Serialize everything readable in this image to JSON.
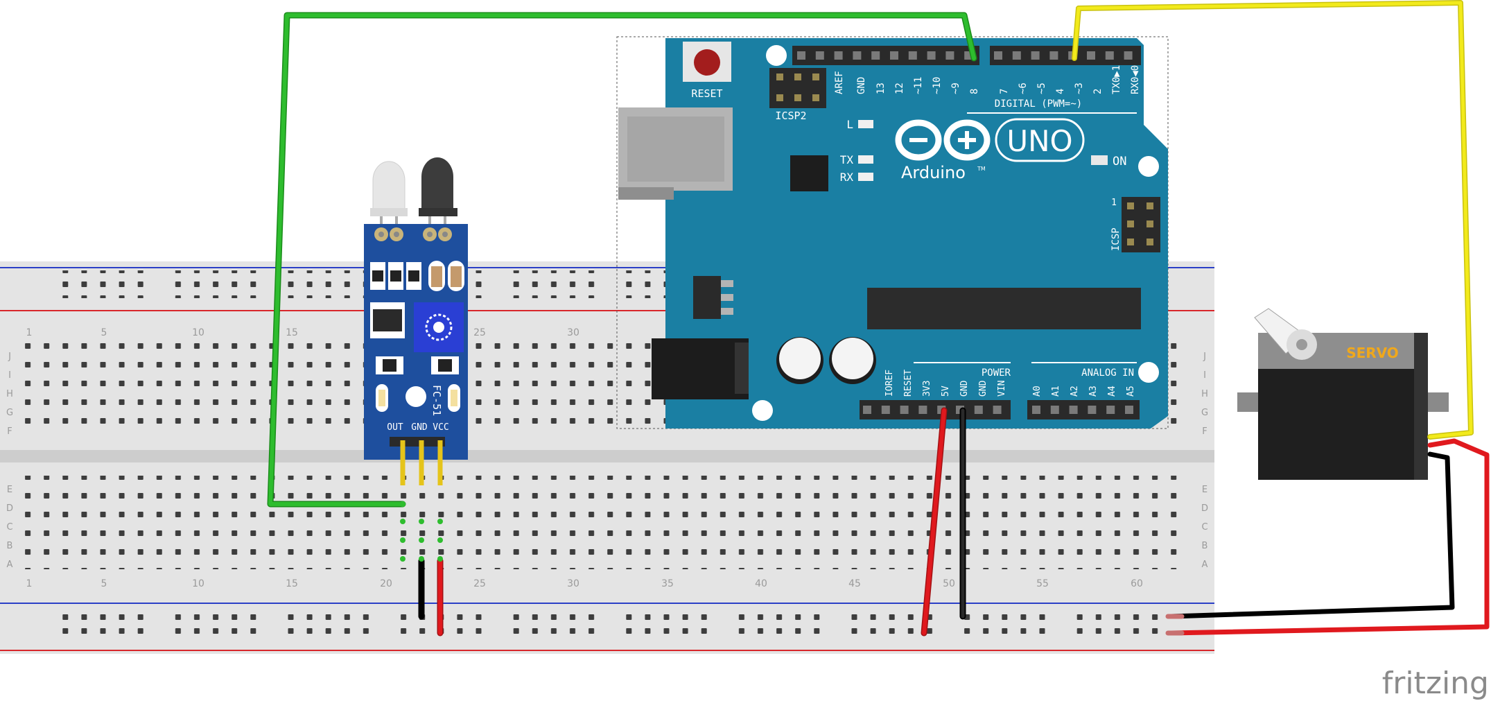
{
  "arduino": {
    "reset_label": "RESET",
    "icsp2_label": "ICSP2",
    "icsp_label": "ICSP",
    "icsp_pin1": "1",
    "digital_label": "DIGITAL (PWM=~)",
    "digital_pins": [
      "AREF",
      "GND",
      "13",
      "12",
      "~11",
      "~10",
      "~9",
      "8",
      "7",
      "~6",
      "~5",
      "4",
      "~3",
      "2",
      "TX0▶1",
      "RX0◀0"
    ],
    "led_l": "L",
    "led_tx": "TX",
    "led_rx": "RX",
    "logo_text": "Arduino",
    "trademark": "TM",
    "model": "UNO",
    "on_label": "ON",
    "power_label": "POWER",
    "power_pins": [
      "IOREF",
      "RESET",
      "3V3",
      "5V",
      "GND",
      "GND",
      "VIN"
    ],
    "analog_label": "ANALOG IN",
    "analog_pins": [
      "A0",
      "A1",
      "A2",
      "A3",
      "A4",
      "A5"
    ]
  },
  "sensor": {
    "model": "FC-51",
    "pins": [
      "OUT",
      "GND",
      "VCC"
    ]
  },
  "servo": {
    "label": "SERVO"
  },
  "breadboard": {
    "row_letters_top": [
      "J",
      "I",
      "H",
      "G",
      "F"
    ],
    "row_letters_bottom": [
      "E",
      "D",
      "C",
      "B",
      "A"
    ],
    "column_labels": [
      "1",
      "5",
      "10",
      "15",
      "20",
      "25",
      "30",
      "35",
      "40",
      "45",
      "50",
      "55",
      "60"
    ]
  },
  "branding": {
    "watermark": "fritzing"
  },
  "colors": {
    "board": "#1a7fa3",
    "breadboard": "#e4e4e4",
    "wire_green": "#2ebd2e",
    "wire_yellow": "#f2ea1c",
    "wire_red": "#e0191e",
    "wire_black": "#1a1a1a",
    "sensor_pcb": "#1e4f9e",
    "servo_label": "#f0a81c"
  }
}
